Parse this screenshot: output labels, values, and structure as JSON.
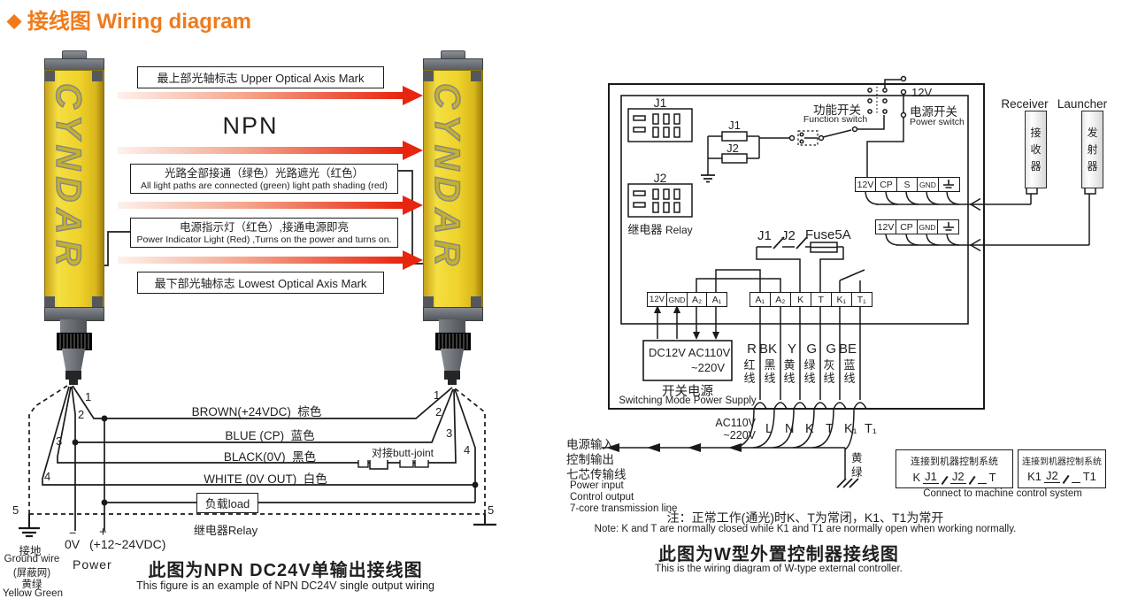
{
  "title": {
    "diamond": "◆",
    "zh": "接线图",
    "en": "Wiring diagram"
  },
  "colors": {
    "accent": "#EF7B1C",
    "arrow_red": "#E8250F",
    "tower_yellow": "#EFD22B"
  },
  "left": {
    "brand": "CYNDAR",
    "npn": "NPN",
    "box_upper": "最上部光轴标志 Upper Optical Axis Mark",
    "box_light_zh": "光路全部接通（绿色）光路遮光（红色）",
    "box_light_en": "All light paths are connected (green) light path shading (red)",
    "box_power_zh": "电源指示灯（红色）,接通电源即亮",
    "box_power_en": "Power Indicator Light (Red) ,Turns on the power and turns on.",
    "box_lower": "最下部光轴标志 Lowest Optical Axis Mark",
    "wire_brown": "BROWN(+24VDC)",
    "wire_brown_cn": "棕色",
    "wire_blue": "BLUE (CP)",
    "wire_blue_cn": "蓝色",
    "wire_black": "BLACK(0V)",
    "wire_black_cn": "黑色",
    "wire_white": "WHITE (0V OUT)",
    "wire_white_cn": "白色",
    "butt_zh": "对接",
    "butt_en": "butt-joint",
    "load": "负载load",
    "relay": "继电器Relay",
    "pins": [
      "1",
      "2",
      "3",
      "4",
      "5"
    ],
    "minus": "−",
    "zero": "0V",
    "plus": "+",
    "vdc": "(+12~24VDC)",
    "power": "Power",
    "gnd_zh": "接地",
    "gnd_en": "Ground wire",
    "shield": "(屏蔽网)",
    "yg_zh": "黄绿",
    "yg_en": "Yellow Green",
    "cap_zh": "此图为NPN DC24V单输出接线图",
    "cap_en": "This figure is an example of NPN DC24V single output wiring"
  },
  "right": {
    "j1": "J1",
    "j2": "J2",
    "relay_zh": "继电器",
    "relay_en": "Relay",
    "fn_zh": "功能开关",
    "fn_en": "Function switch",
    "v12": "12V",
    "ps_zh": "电源开关",
    "ps_en": "Power switch",
    "term_a": [
      "12V",
      "CP",
      "S",
      "GND"
    ],
    "term_b": [
      "12V",
      "CP",
      "GND"
    ],
    "receiver_en": "Receiver",
    "launcher_en": "Launcher",
    "receiver_zh": [
      "接",
      "收",
      "器"
    ],
    "launcher_zh": [
      "发",
      "射",
      "器"
    ],
    "fuse": [
      "J1",
      "J2",
      "Fuse5A"
    ],
    "term_left": [
      "12V",
      "GND",
      "A₂",
      "A₁"
    ],
    "term_main": [
      "A₁",
      "A₂",
      "K",
      "T",
      "K₁",
      "T₁"
    ],
    "psu1": "DC12V AC110V",
    "psu2": "~220V",
    "psu_zh": "开关电源",
    "psu_en": "Switching Mode Power Supply",
    "cols": [
      {
        "c": "R",
        "z1": "红",
        "z2": "线"
      },
      {
        "c": "BK",
        "z1": "黑",
        "z2": "线"
      },
      {
        "c": "Y",
        "z1": "黄",
        "z2": "线"
      },
      {
        "c": "G",
        "z1": "绿",
        "z2": "线"
      },
      {
        "c": "G",
        "z1": "灰",
        "z2": "线"
      },
      {
        "c": "BE",
        "z1": "蓝",
        "z2": "线"
      }
    ],
    "ac1": "AC110V",
    "ac2": "~220V",
    "out": [
      "L",
      "N",
      "K",
      "T",
      "K₁",
      "T₁"
    ],
    "left_lines": [
      "电源输入",
      "控制输出",
      "七芯传输线",
      "Power input",
      "Control output",
      "7-core transmission line"
    ],
    "yg1": "黄",
    "yg2": "绿",
    "cb_title": "连接到机器控制系统",
    "cb1": [
      "K",
      "J1",
      "J2",
      "T"
    ],
    "cb2": [
      "K1",
      "J2",
      "T1"
    ],
    "connect_en": "Connect to machine control system",
    "note_zh": "注：正常工作(通光)时K、T为常闭，K1、T1为常开",
    "note_en": "Note: K and T are normally closed while K1 and T1 are normally open when working normally.",
    "cap_zh": "此图为W型外置控制器接线图",
    "cap_en": "This is the wiring diagram of W-type external controller."
  }
}
